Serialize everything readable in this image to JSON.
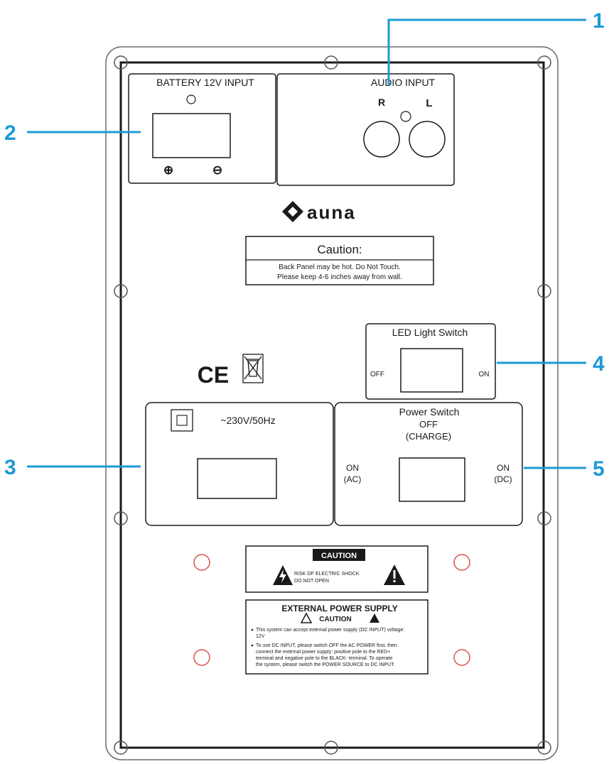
{
  "callouts": {
    "one": "1",
    "two": "2",
    "three": "3",
    "four": "4",
    "five": "5"
  },
  "battery": {
    "title": "BATTERY 12V INPUT",
    "plus": "⊕",
    "minus": "⊖"
  },
  "audio": {
    "title": "AUDIO INPUT",
    "right": "R",
    "left": "L"
  },
  "brand": {
    "name": "auna"
  },
  "caution_top": {
    "title": "Caution:",
    "line1": "Back Panel may be hot. Do Not Touch.",
    "line2": "Please keep 4-6 inches away from wall."
  },
  "ce_mark": "CE",
  "led_switch": {
    "title": "LED Light Switch",
    "off": "OFF",
    "on": "ON"
  },
  "ac_input": {
    "label": "~230V/50Hz"
  },
  "power_switch": {
    "title": "Power Switch",
    "off": "OFF",
    "charge": "(CHARGE)",
    "on_ac_1": "ON",
    "on_ac_2": "(AC)",
    "on_dc_1": "ON",
    "on_dc_2": "(DC)"
  },
  "caution_shock": {
    "title": "CAUTION",
    "line1": "RISK OF ELECTRIC SHOCK",
    "line2": "DO NOT OPEN"
  },
  "ext_power": {
    "title": "EXTERNAL POWER SUPPLY",
    "subtitle": "CAUTION",
    "bullet1_a": "This system can accept external power supply (DC INPUT) voltage:",
    "bullet1_b": "12V",
    "bullet2_a": "To use DC INPUT, please switch OFF the AC POWER first, then",
    "bullet2_b": "connect the external power supply: positive pole to the RED+",
    "bullet2_c": "terminal and negative pole to the BLACK- terminal. To operate",
    "bullet2_d": "the system, please switch the POWER SOURCE to DC INPUT."
  },
  "colors": {
    "callout": "#1e9ad6",
    "screw_red": "#d9534f",
    "line": "#1a1a1a"
  }
}
